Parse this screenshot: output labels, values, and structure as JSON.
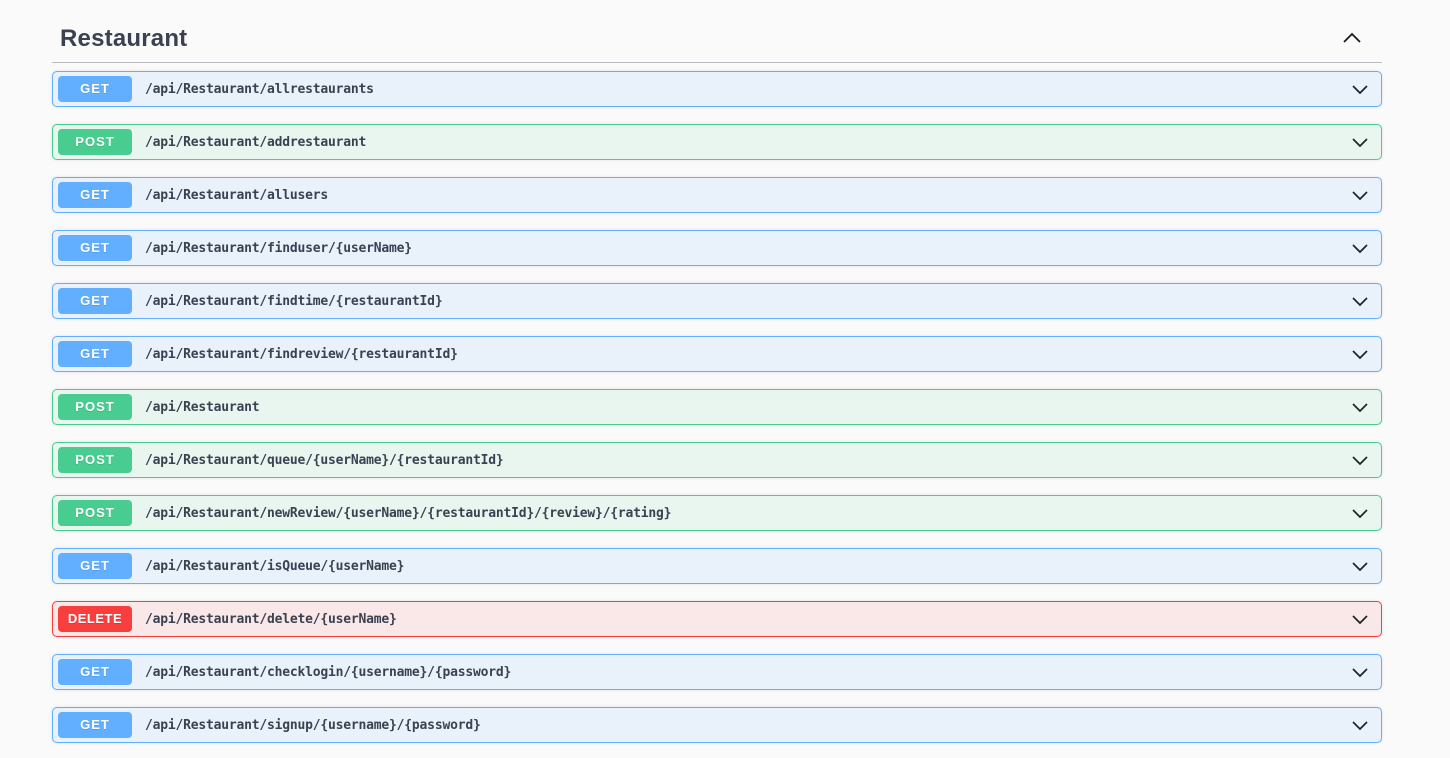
{
  "section": {
    "title": "Restaurant"
  },
  "colors": {
    "get": "#61affe",
    "post": "#49cc90",
    "delete": "#f93e3e",
    "text": "#3b4151",
    "page_background": "#fafafa"
  },
  "icons": {
    "collapse": "chevron-up-icon",
    "expand": "chevron-down-icon"
  },
  "endpoints": [
    {
      "method": "GET",
      "path": "/api/Restaurant/allrestaurants"
    },
    {
      "method": "POST",
      "path": "/api/Restaurant/addrestaurant"
    },
    {
      "method": "GET",
      "path": "/api/Restaurant/allusers"
    },
    {
      "method": "GET",
      "path": "/api/Restaurant/finduser/{userName}"
    },
    {
      "method": "GET",
      "path": "/api/Restaurant/findtime/{restaurantId}"
    },
    {
      "method": "GET",
      "path": "/api/Restaurant/findreview/{restaurantId}"
    },
    {
      "method": "POST",
      "path": "/api/Restaurant"
    },
    {
      "method": "POST",
      "path": "/api/Restaurant/queue/{userName}/{restaurantId}"
    },
    {
      "method": "POST",
      "path": "/api/Restaurant/newReview/{userName}/{restaurantId}/{review}/{rating}"
    },
    {
      "method": "GET",
      "path": "/api/Restaurant/isQueue/{userName}"
    },
    {
      "method": "DELETE",
      "path": "/api/Restaurant/delete/{userName}"
    },
    {
      "method": "GET",
      "path": "/api/Restaurant/checklogin/{username}/{password}"
    },
    {
      "method": "GET",
      "path": "/api/Restaurant/signup/{username}/{password}"
    }
  ]
}
